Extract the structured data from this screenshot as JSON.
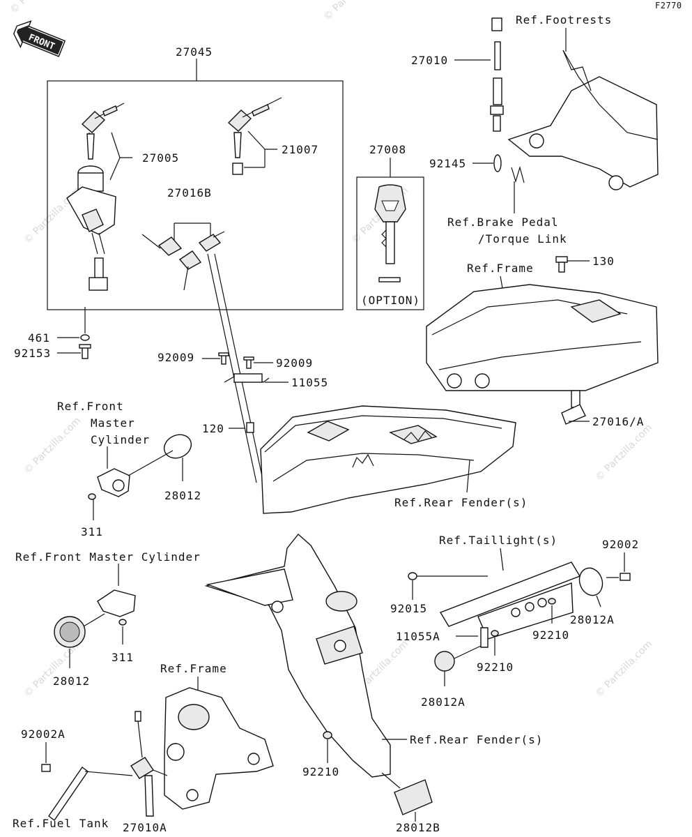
{
  "diagram_code": "F2770",
  "front_arrow": "FRONT",
  "option_label": "(OPTION)",
  "watermark": "© Partzilla.com",
  "callouts": {
    "p27045": "27045",
    "p27005": "27005",
    "p21007": "21007",
    "p27016b": "27016B",
    "p27008": "27008",
    "p461": "461",
    "p92153": "92153",
    "p92009a": "92009",
    "p92009b": "92009",
    "p11055": "11055",
    "p120": "120",
    "p28012a": "28012",
    "p311a": "311",
    "p27010": "27010",
    "p92145": "92145",
    "p130": "130",
    "p27016a": "27016/A",
    "p92002": "92002",
    "p92015": "92015",
    "p28012A_1": "28012A",
    "p11055A": "11055A",
    "p92210a": "92210",
    "p92210b": "92210",
    "p28012A_2": "28012A",
    "p311b": "311",
    "p28012b2": "28012",
    "p92002A": "92002A",
    "p92210c": "92210",
    "p28012B": "28012B",
    "p27010A": "27010A"
  },
  "references": {
    "footrests": "Ref.Footrests",
    "brake_pedal_1": "Ref.Brake Pedal",
    "brake_pedal_2": "/Torque Link",
    "frame_top": "Ref.Frame",
    "front_master_1": "Ref.Front",
    "front_master_2": "Master",
    "front_master_3": "Cylinder",
    "rear_fender_top": "Ref.Rear Fender(s)",
    "taillights": "Ref.Taillight(s)",
    "front_master_full": "Ref.Front Master Cylinder",
    "frame_bottom": "Ref.Frame",
    "rear_fender_bottom": "Ref.Rear Fender(s)",
    "fuel_tank": "Ref.Fuel Tank"
  }
}
